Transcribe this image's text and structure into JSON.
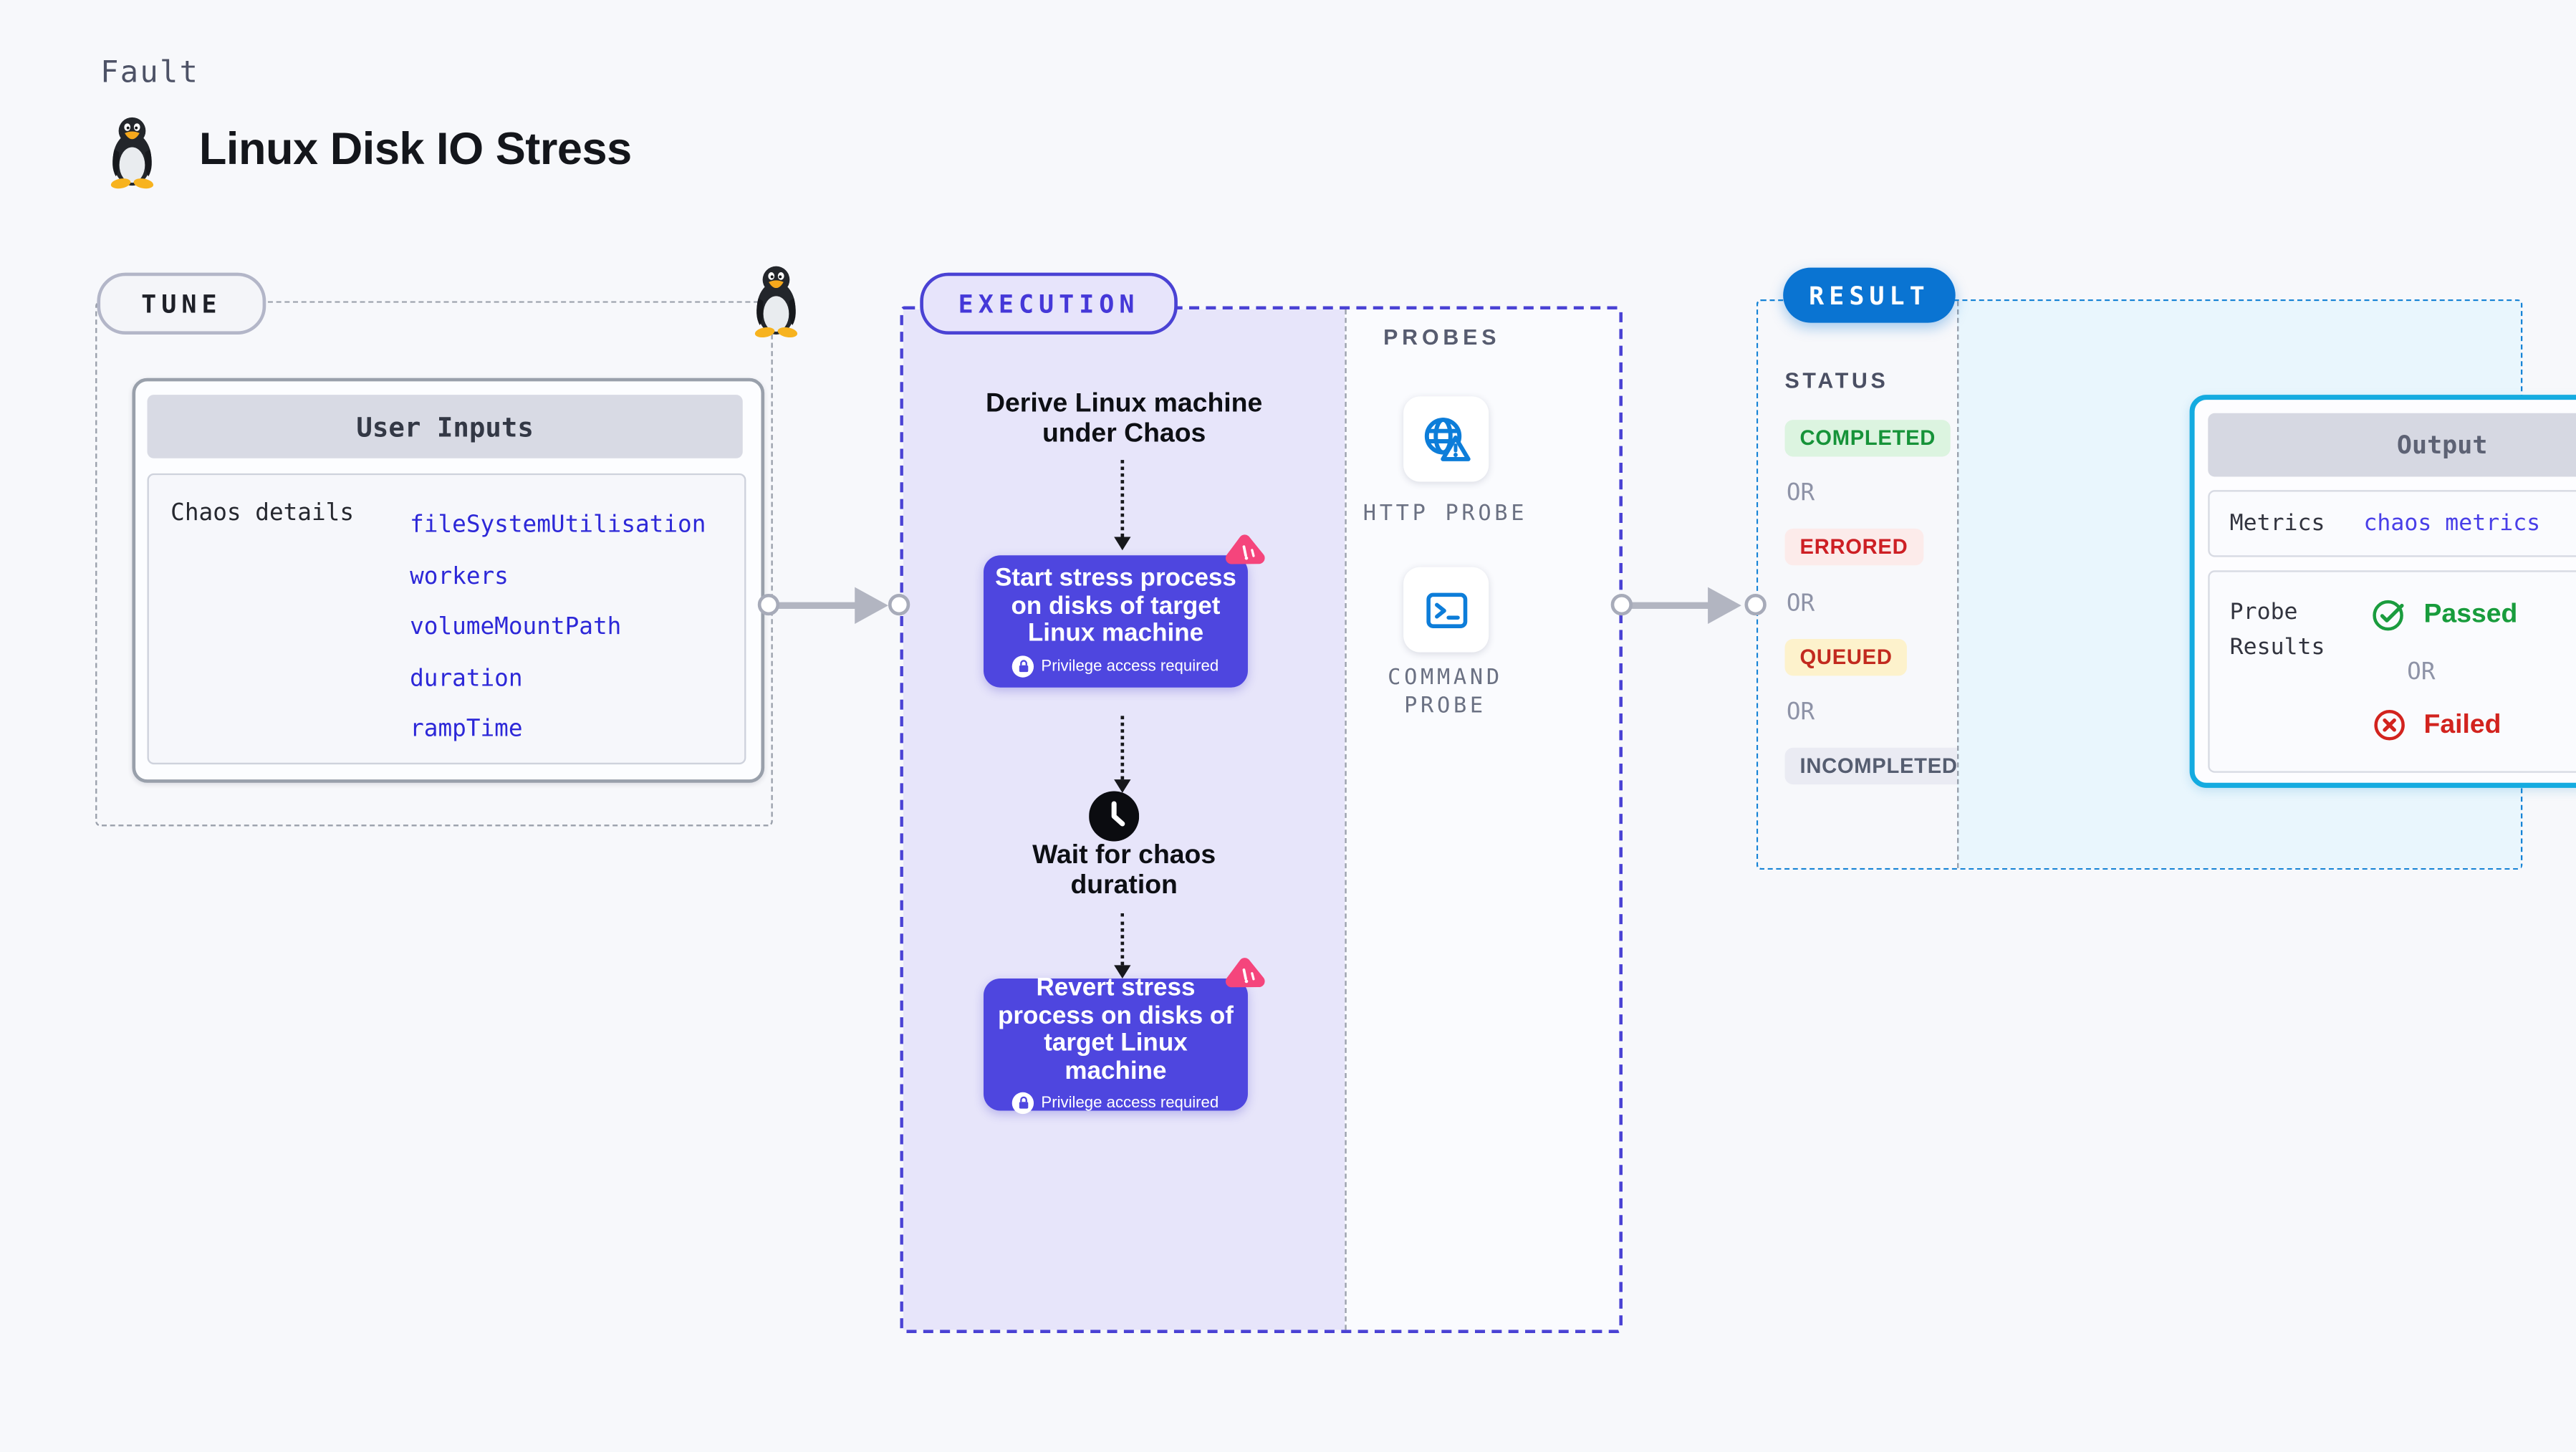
{
  "header": {
    "kicker": "Fault",
    "title": "Linux Disk IO Stress",
    "title_icon": "tux-penguin-icon"
  },
  "tune": {
    "label": "TUNE",
    "card": {
      "title": "User Inputs",
      "row_label": "Chaos details",
      "inputs": [
        "fileSystemUtilisation",
        "workers",
        "volumeMountPath",
        "duration",
        "rampTime"
      ]
    }
  },
  "execution": {
    "label": "EXECUTION",
    "flow": {
      "derive_label": "Derive Linux machine under Chaos",
      "node1_label": "Start stress process on disks of target Linux machine",
      "privilege_label": "Privilege access required",
      "wait_label": "Wait for chaos duration",
      "node2_label": "Revert stress process on disks of target Linux machine"
    },
    "probes": {
      "label": "PROBES",
      "items": [
        {
          "name": "HTTP PROBE",
          "icon": "globe-alert-icon"
        },
        {
          "name": "COMMAND PROBE",
          "icon": "terminal-icon"
        }
      ]
    }
  },
  "result": {
    "label": "RESULT",
    "status": {
      "title": "STATUS",
      "separator": "OR",
      "badges": [
        {
          "label": "COMPLETED",
          "text_color": "#169339",
          "bg_color": "#dcf4e0"
        },
        {
          "label": "ERRORED",
          "text_color": "#cd1f24",
          "bg_color": "#fcebea"
        },
        {
          "label": "QUEUED",
          "text_color": "#c22a1f",
          "bg_color": "#fdf2cc"
        },
        {
          "label": "INCOMPLETED",
          "text_color": "#555d70",
          "bg_color": "#eaebf3"
        }
      ]
    },
    "output": {
      "title": "Output",
      "metrics_label": "Metrics",
      "metrics_value": "chaos metrics",
      "probe_results_label": "Probe Results",
      "passed_label": "Passed",
      "failed_label": "Failed",
      "separator": "OR"
    }
  },
  "colors": {
    "page_bg": "#f7f8fb",
    "accent_indigo": "#4a42d4",
    "node_purple": "#4e46df",
    "execution_lavender": "#e7e5fa",
    "result_blue": "#0a74d2",
    "result_area_blue": "#e9f6fd",
    "output_border_cyan": "#14abe0",
    "probe_icon_blue": "#0d7dd9",
    "flag_pink": "#f5457c",
    "input_value_blue": "#2d28d8",
    "passed_green": "#189c3c",
    "failed_red": "#d2231e",
    "connector_gray": "#b2b5c1"
  }
}
